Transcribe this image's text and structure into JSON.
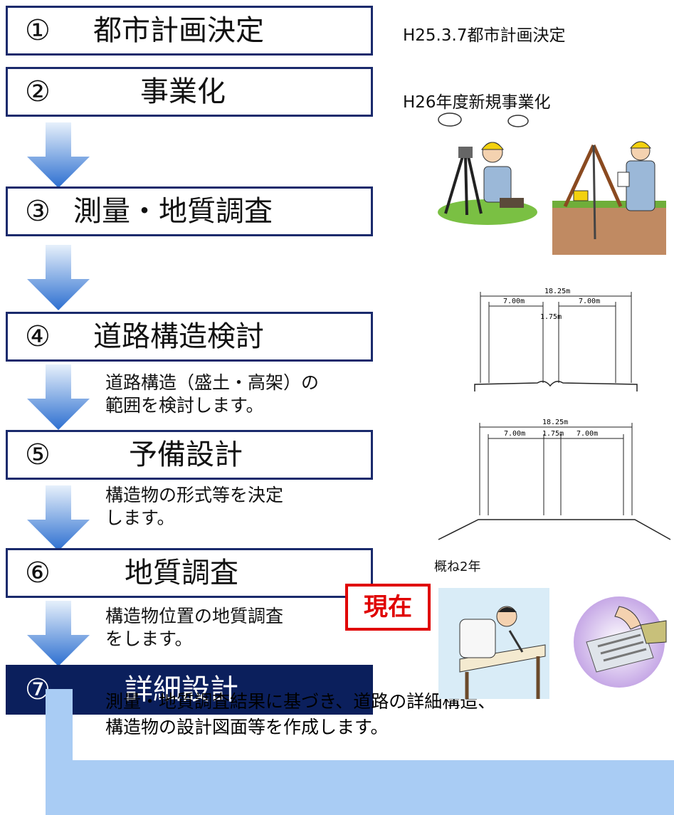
{
  "steps": [
    {
      "num": "①",
      "label": "都市計画決定"
    },
    {
      "num": "②",
      "label": "事業化"
    },
    {
      "num": "③",
      "label": "測量・地質調査"
    },
    {
      "num": "④",
      "label": "道路構造検討"
    },
    {
      "num": "⑤",
      "label": "予備設計"
    },
    {
      "num": "⑥",
      "label": "地質調査"
    },
    {
      "num": "⑦",
      "label": "詳細設計"
    }
  ],
  "notes": {
    "step1": "H25.3.7都市計画決定",
    "step2": "H26年度新規事業化",
    "step4_line1": "道路構造（盛土・高架）の",
    "step4_line2": "範囲を検討します。",
    "step5_line1": "構造物の形式等を決定",
    "step5_line2": "します。",
    "step6_line1": "構造物位置の地質調査",
    "step6_line2": "をします。",
    "step7_line1": "測量・地質調査結果に基づき、道路の詳細構造、",
    "step7_line2": "構造物の設計図面等を作成します。",
    "duration": "概ね2年"
  },
  "current_badge": "現在",
  "drawing1": {
    "total": "18.25m",
    "left": "7.00m",
    "right": "7.00m",
    "median": "1.75m"
  },
  "drawing2": {
    "total": "18.25m",
    "left": "7.00m",
    "median": "1.75m",
    "right": "7.00m"
  },
  "colors": {
    "border": "#1a2a6c",
    "current_fill": "#0b1f5c",
    "arrow_top": "#e6f0fb",
    "arrow_bottom": "#2d6fd0",
    "badge": "#e00000",
    "bar": "#a9ccf4"
  }
}
